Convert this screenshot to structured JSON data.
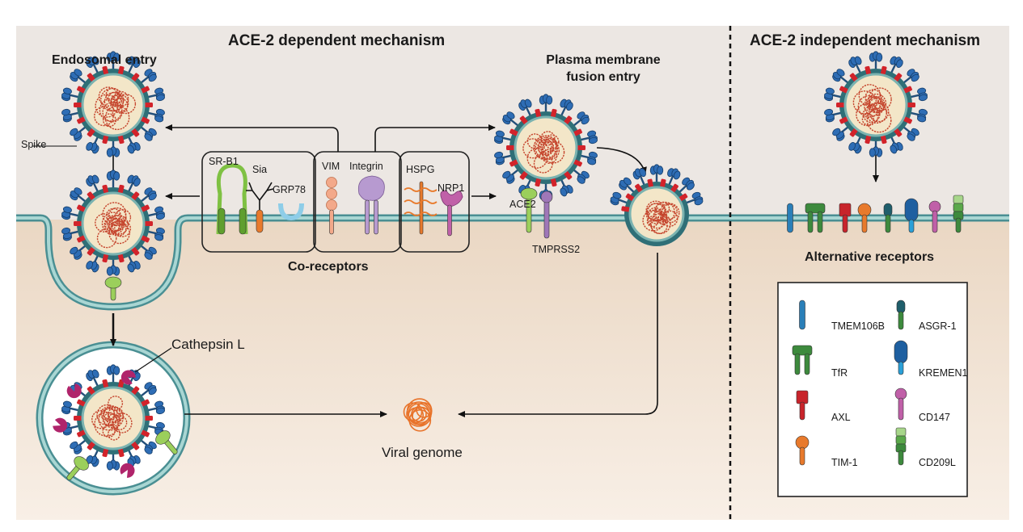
{
  "headings": {
    "ace2_dependent": "ACE-2 dependent mechanism",
    "ace2_independent": "ACE-2 independent mechanism"
  },
  "pathways": {
    "endosomal_entry": "Endosomal entry",
    "plasma_membrane_line1": "Plasma membrane",
    "plasma_membrane_line2": "fusion entry"
  },
  "labels": {
    "spike": "Spike",
    "co_receptors": "Co-receptors",
    "cathepsin_l": "Cathepsin L",
    "viral_genome": "Viral genome",
    "ace2": "ACE2",
    "tmprss2": "TMPRSS2",
    "alternative_receptors": "Alternative receptors"
  },
  "co_receptors": [
    "SR-B1",
    "Sia",
    "GRP78",
    "VIM",
    "Integrin",
    "HSPG",
    "NRP1"
  ],
  "alternative_receptors_legend": [
    {
      "name": "TMEM106B",
      "color": "#2a7fb8"
    },
    {
      "name": "ASGR-1",
      "color": "#3d8a3d"
    },
    {
      "name": "TfR",
      "color": "#3d8a3d"
    },
    {
      "name": "KREMEN1",
      "color": "#2a7fb8"
    },
    {
      "name": "AXL",
      "color": "#c8242b"
    },
    {
      "name": "CD147",
      "color": "#c060a8"
    },
    {
      "name": "TIM-1",
      "color": "#e87a2c"
    },
    {
      "name": "CD209L",
      "color": "#3d8a3d"
    }
  ],
  "colors": {
    "cytoplasm": "#f2e3d3",
    "membrane": "#5fa8a8",
    "spike_blue": "#2e6db5",
    "protein_red": "#d2232a",
    "genome_orange": "#e8732a"
  }
}
